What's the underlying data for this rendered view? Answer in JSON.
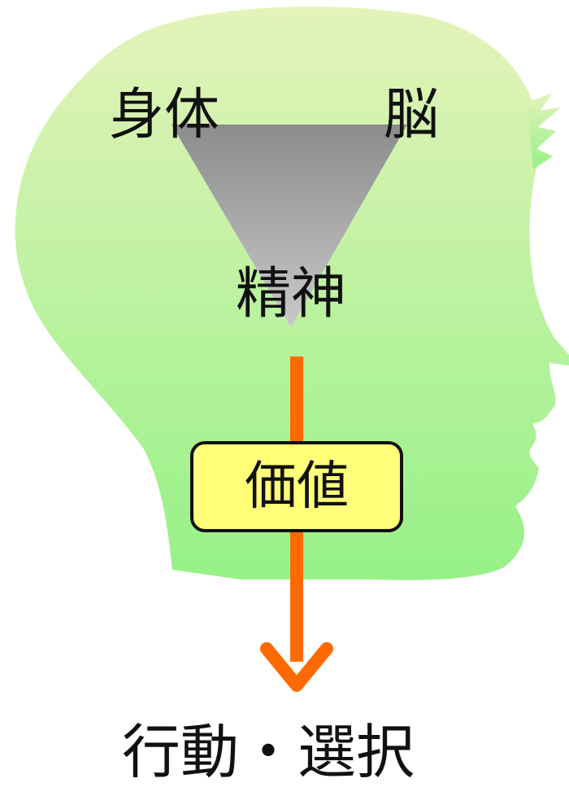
{
  "diagram": {
    "labels": {
      "body": "身体",
      "brain": "脳",
      "spirit": "精神",
      "value": "価値",
      "action": "行動・選択"
    },
    "colors": {
      "head_top": "#e4f3ba",
      "head_bottom": "#96f187",
      "triangle_top": "#8c8c8c",
      "triangle_bottom": "#c9c9c9",
      "arrow": "#ff6a00",
      "value_box": "#ffff7a",
      "text": "#111111"
    }
  }
}
